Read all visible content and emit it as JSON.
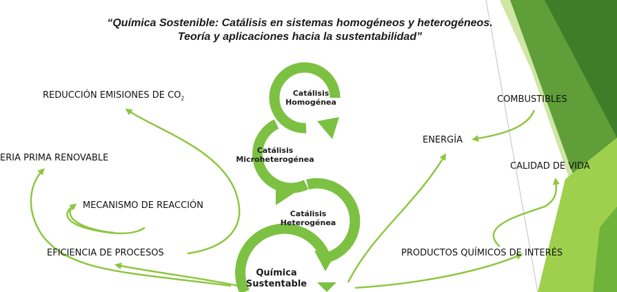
{
  "title": {
    "line1": "“Química  Sostenible: Catálisis en sistemas homogéneos y heterogéneos.",
    "line2": "Teoría y aplicaciones hacia la sustentabilidad”"
  },
  "cycle": [
    {
      "line1": "Catálisis",
      "line2": "Homogénea"
    },
    {
      "line1": "Catálisis",
      "line2": "Microheterogénea"
    },
    {
      "line1": "Catálisis",
      "line2": "Heterogénea"
    },
    {
      "line1": "Química",
      "line2": "Sustentable"
    }
  ],
  "labels": {
    "reduccion": "REDUCCIÓN EMISIONES DE CO",
    "reduccion_sub": "2",
    "materia": "ERIA PRIMA RENOVABLE",
    "mecanismo": "MECANISMO DE REACCIÓN",
    "eficiencia": "EFICIENCIA DE PROCESOS",
    "combustibles": "COMBUSTIBLES",
    "energia": "ENERGÍA",
    "calidad": "CALIDAD DE VIDA",
    "productos": "PRODUCTOS QUÍMICOS DE INTERÉS"
  },
  "colors": {
    "arrow": "#8dc63f",
    "ring": "#7cc142",
    "dark_green": "#4e8a2a",
    "light_green": "#b5d96b"
  }
}
